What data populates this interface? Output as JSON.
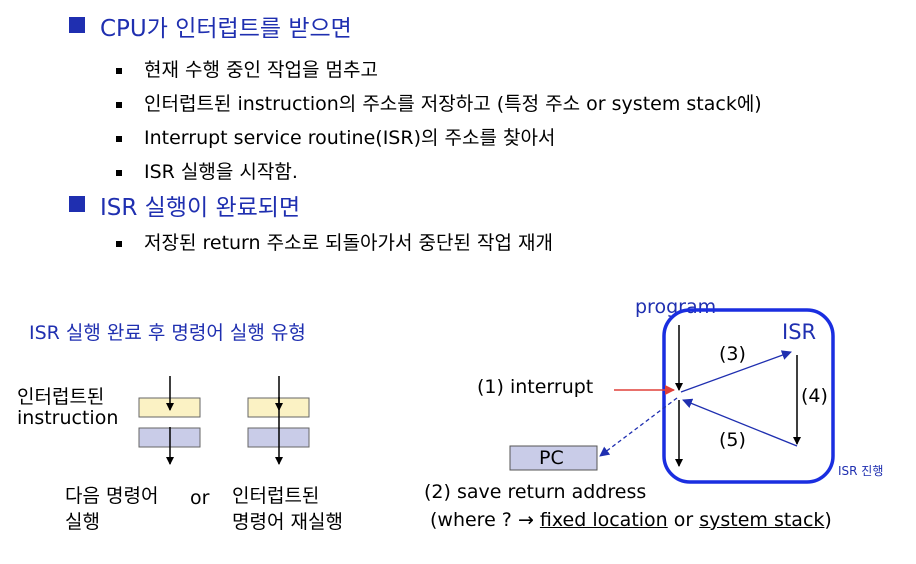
{
  "bullets": [
    {
      "text": "CPU가 인터럽트를 받으면",
      "items": [
        "현재 수행 중인 작업을 멈추고",
        "인터럽트된 instruction의 주소를 저장하고 (특정 주소 or system stack에)",
        "Interrupt service routine(ISR)의 주소를 찾아서",
        "ISR 실행을 시작함."
      ]
    },
    {
      "text": "ISR 실행이 완료되면",
      "items": [
        "저장된 return 주소로 되돌아가서 중단된 작업 재개"
      ]
    }
  ],
  "left_diagram": {
    "title": "ISR 실행 완료 후 명령어 실행  유형",
    "label_interrupted": [
      "인터럽트된",
      "instruction"
    ],
    "label_next": [
      "다음 명령어",
      "실행"
    ],
    "or": "or",
    "label_reexec": [
      "인터럽트된",
      "명령어 재실행"
    ],
    "colors": {
      "top_box": "#fbf2c4",
      "bottom_box": "#c9cce8"
    }
  },
  "right_diagram": {
    "program": "program",
    "isr": "ISR",
    "step3": "(3)",
    "step4": "(4)",
    "step5": "(5)",
    "interrupt": "(1) interrupt",
    "pc": "PC",
    "save": "(2) save return address",
    "where_prefix": "(where ? ",
    "arrow_glyph": "→",
    "fixed_location": "fixed location",
    "or": " or ",
    "system_stack": "system stack",
    "where_suffix": ")",
    "isr_progress": "ISR 진행",
    "colors": {
      "accent": "#1f2fb0",
      "interrupt_arrow": "#e0403a",
      "frame": "#1a2ee0"
    }
  }
}
